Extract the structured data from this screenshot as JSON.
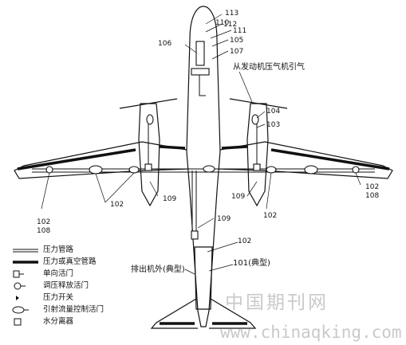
{
  "diagram": {
    "callouts": {
      "c113": "113",
      "c110": "110",
      "c112": "112",
      "c111": "111",
      "c106": "106",
      "c105": "105",
      "c107": "107",
      "bleed_from_engine": "从发动机压气机引气",
      "c104": "104",
      "c103": "103",
      "c102_right_wingtip": "102",
      "c108_right_wingtip": "108",
      "c102_left_wingtip": "102",
      "c108_left_wingtip": "108",
      "c102_left_inner": "102",
      "c109_left": "109",
      "c109_right": "109",
      "c102_right_inner": "102",
      "c109_fuselage": "109",
      "c102_aft": "102",
      "c101_typical": "101(典型)",
      "exhaust_overboard": "排出机外(典型)"
    },
    "legend": [
      {
        "icon": "pressure-line-icon",
        "label": "压力管路"
      },
      {
        "icon": "pressure-or-vacuum-line-icon",
        "label": "压力或真空管路"
      },
      {
        "icon": "check-valve-icon",
        "label": "单向活门"
      },
      {
        "icon": "pressure-relief-valve-icon",
        "label": "调压释放活门"
      },
      {
        "icon": "pressure-switch-icon",
        "label": "压力开关"
      },
      {
        "icon": "ejector-flow-control-valve-icon",
        "label": "引射流量控制活门"
      },
      {
        "icon": "water-separator-icon",
        "label": "水分离器"
      }
    ],
    "watermark": {
      "cn": "中国期刊网",
      "url": "www.chinaqking.com"
    }
  }
}
